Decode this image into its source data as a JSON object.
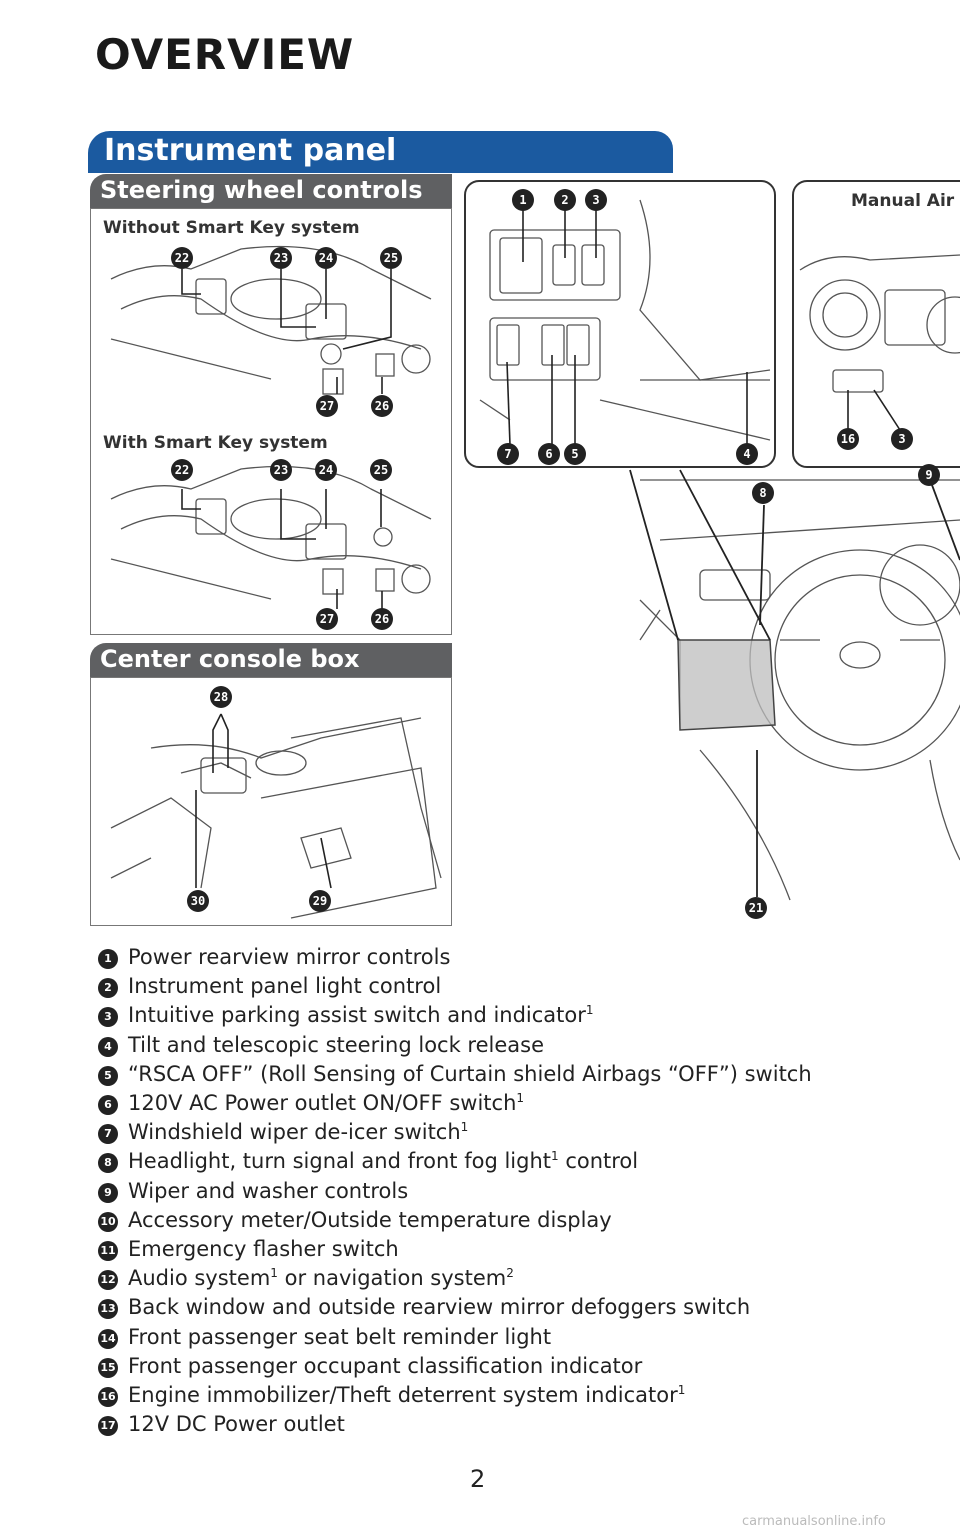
{
  "page": {
    "title": "OVERVIEW",
    "section": "Instrument panel",
    "page_number": "2",
    "watermark": "carmanualsonline.info"
  },
  "steering": {
    "heading": "Steering wheel controls",
    "without_label": "Without Smart Key system",
    "with_label": "With Smart Key system"
  },
  "console": {
    "heading": "Center console box"
  },
  "manual_air": {
    "label": "Manual Air"
  },
  "callouts": {
    "c1": "1",
    "c2": "2",
    "c3": "3",
    "c4": "4",
    "c5": "5",
    "c6": "6",
    "c7": "7",
    "c8": "8",
    "c9": "9",
    "c16": "16",
    "c21": "21",
    "c22": "22",
    "c23": "23",
    "c24": "24",
    "c25": "25",
    "c26": "26",
    "c27": "27",
    "c28": "28",
    "c29": "29",
    "c30": "30"
  },
  "legend": [
    {
      "num": "1",
      "text": "Power rearview mirror controls",
      "sup": "",
      "tail": "",
      "sup2": ""
    },
    {
      "num": "2",
      "text": "Instrument panel light control",
      "sup": "",
      "tail": "",
      "sup2": ""
    },
    {
      "num": "3",
      "text": "Intuitive parking assist switch and indicator",
      "sup": "1",
      "tail": "",
      "sup2": ""
    },
    {
      "num": "4",
      "text": "Tilt and telescopic steering lock release",
      "sup": "",
      "tail": "",
      "sup2": ""
    },
    {
      "num": "5",
      "text": "“RSCA OFF” (Roll Sensing of Curtain shield Airbags “OFF”) switch",
      "sup": "",
      "tail": "",
      "sup2": ""
    },
    {
      "num": "6",
      "text": "120V AC Power outlet ON/OFF switch",
      "sup": "1",
      "tail": "",
      "sup2": ""
    },
    {
      "num": "7",
      "text": "Windshield wiper de-icer switch",
      "sup": "1",
      "tail": "",
      "sup2": ""
    },
    {
      "num": "8",
      "text": "Headlight, turn signal and front fog light",
      "sup": "1",
      "tail": " control",
      "sup2": ""
    },
    {
      "num": "9",
      "text": "Wiper and washer controls",
      "sup": "",
      "tail": "",
      "sup2": ""
    },
    {
      "num": "10",
      "text": "Accessory meter/Outside temperature display",
      "sup": "",
      "tail": "",
      "sup2": ""
    },
    {
      "num": "11",
      "text": "Emergency flasher switch",
      "sup": "",
      "tail": "",
      "sup2": ""
    },
    {
      "num": "12",
      "text": "Audio system",
      "sup": "1",
      "tail": " or navigation system",
      "sup2": "2"
    },
    {
      "num": "13",
      "text": "Back window and outside rearview mirror defoggers switch",
      "sup": "",
      "tail": "",
      "sup2": ""
    },
    {
      "num": "14",
      "text": "Front passenger seat belt reminder light",
      "sup": "",
      "tail": "",
      "sup2": ""
    },
    {
      "num": "15",
      "text": "Front passenger occupant classification indicator",
      "sup": "",
      "tail": "",
      "sup2": ""
    },
    {
      "num": "16",
      "text": "Engine immobilizer/Theft deterrent system indicator",
      "sup": "1",
      "tail": "",
      "sup2": ""
    },
    {
      "num": "17",
      "text": "12V DC Power outlet",
      "sup": "",
      "tail": "",
      "sup2": ""
    }
  ]
}
